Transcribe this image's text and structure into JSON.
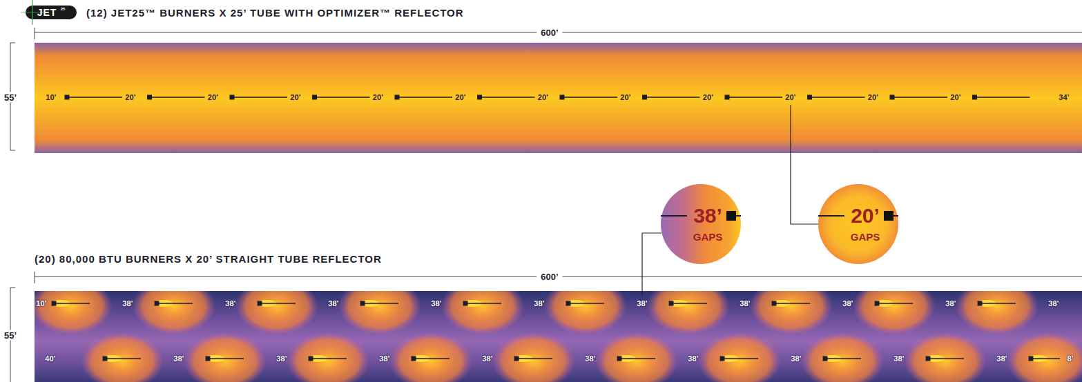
{
  "diagram": {
    "nodes": [
      {
        "text": [
          "38’",
          "GAPS"
        ]
      },
      {
        "text": [
          "20’",
          "GAPS"
        ]
      }
    ],
    "labels": [
      "JET",
      "25",
      "(12) JET25™ BURNERS X 25’ TUBE WITH OPTIMIZER™ REFLECTOR",
      "600’",
      "55’",
      "10’",
      "20’",
      "20’",
      "20’",
      "20’",
      "20’",
      "20’",
      "20’",
      "20’",
      "20’",
      "20’",
      "20’",
      "34’",
      "(20) 80,000 BTU BURNERS X 20’ STRAIGHT TUBE REFLECTOR",
      "600’",
      "55’",
      "10’",
      "38’",
      "38’",
      "38’",
      "38’",
      "38’",
      "38’",
      "38’",
      "38’",
      "38’",
      "38’",
      "40’",
      "38’",
      "38’",
      "38’",
      "38’",
      "38’",
      "38’",
      "38’",
      "38’",
      "38’",
      "8’"
    ]
  }
}
